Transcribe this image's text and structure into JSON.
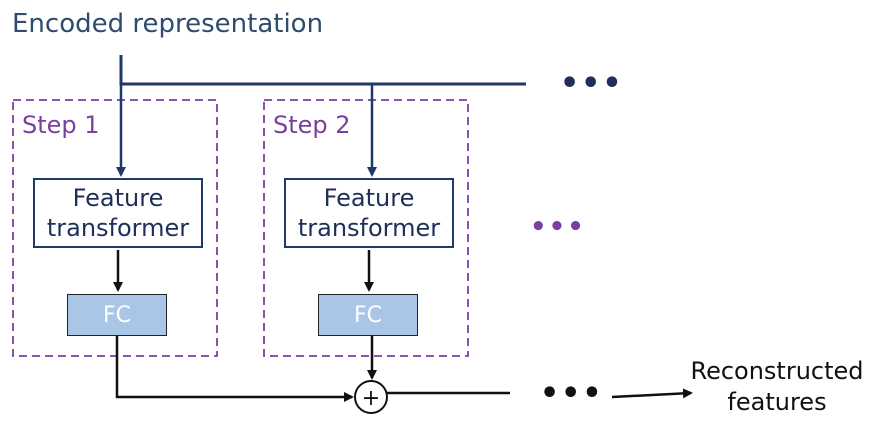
{
  "title": "Encoded representation",
  "steps": [
    {
      "label": "Step 1",
      "feature_transformer": "Feature\ntransformer",
      "fc": "FC"
    },
    {
      "label": "Step 2",
      "feature_transformer": "Feature\ntransformer",
      "fc": "FC"
    }
  ],
  "ellipsis": "•••",
  "plus_symbol": "+",
  "output_label": "Reconstructed\nfeatures",
  "colors": {
    "title_text": "#2f4b6e",
    "step_border": "#7a3fa0",
    "arrow_navy": "#1f3a68",
    "arrow_black": "#111111",
    "fc_fill": "#a9c6e6",
    "ellipsis_navy": "#1f2f5a",
    "ellipsis_purple": "#7a3fa0"
  }
}
